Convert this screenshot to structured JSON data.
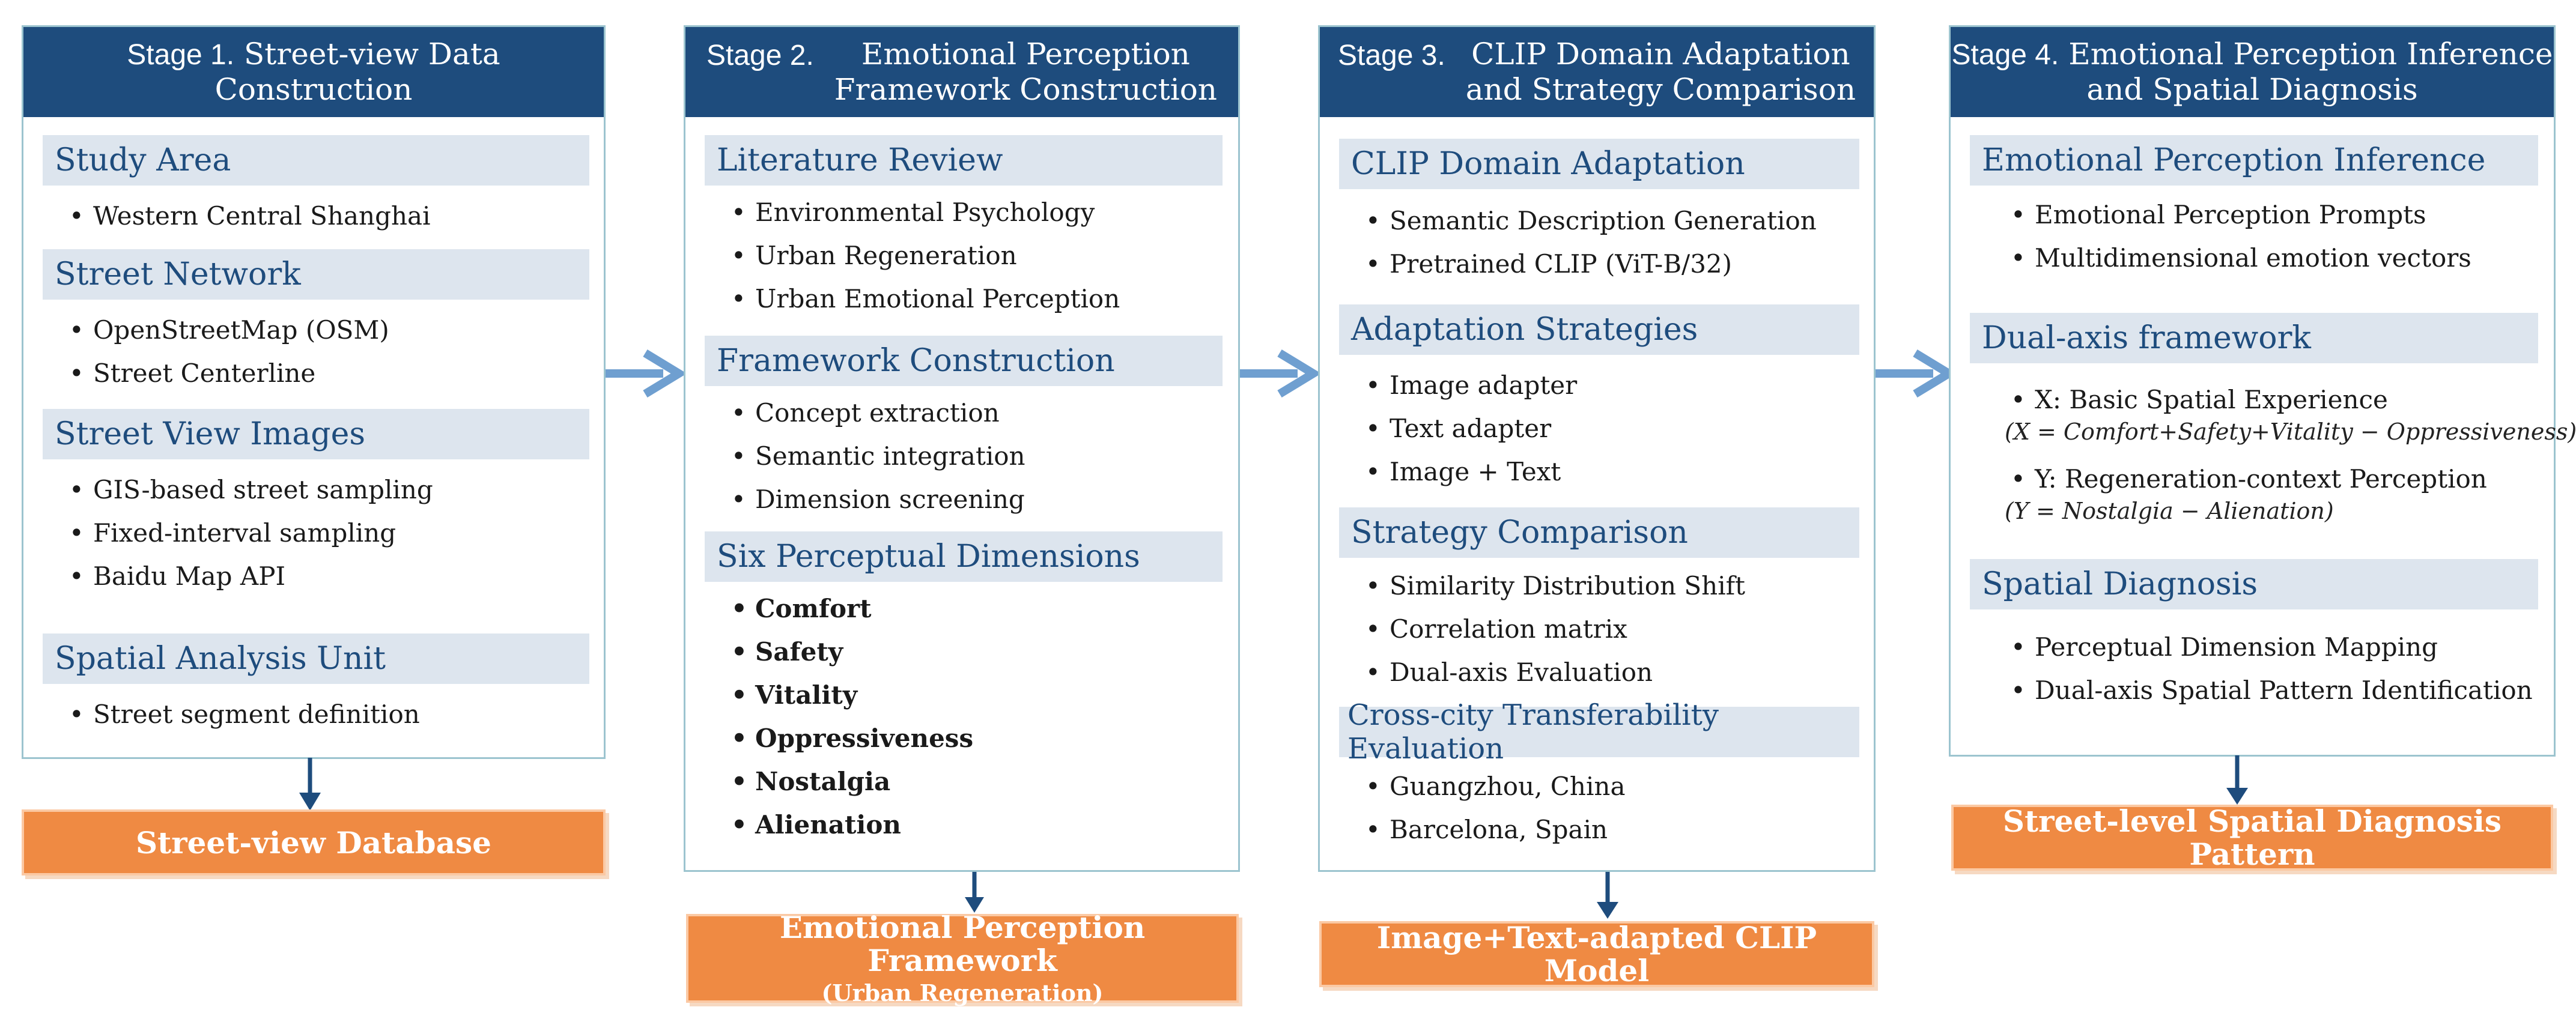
{
  "stage1": {
    "prefix": "Stage 1.",
    "title": "Street-view Data Construction",
    "sections": [
      {
        "title": "Study Area",
        "items": [
          "Western Central Shanghai"
        ]
      },
      {
        "title": "Street Network",
        "items": [
          "OpenStreetMap (OSM)",
          "Street Centerline"
        ]
      },
      {
        "title": "Street View Images",
        "items": [
          "GIS-based street sampling",
          "Fixed-interval sampling",
          "Baidu Map API"
        ]
      },
      {
        "title": "Spatial Analysis Unit",
        "items": [
          "Street segment definition"
        ]
      }
    ],
    "output": "Street-view Database"
  },
  "stage2": {
    "prefix": "Stage 2.",
    "title_line1": "Emotional Perception",
    "title_line2": "Framework Construction",
    "sections": [
      {
        "title": "Literature Review",
        "items": [
          "Environmental Psychology",
          "Urban Regeneration",
          "Urban Emotional Perception"
        ]
      },
      {
        "title": "Framework Construction",
        "items": [
          "Concept extraction",
          "Semantic integration",
          "Dimension screening"
        ]
      },
      {
        "title": "Six Perceptual Dimensions",
        "items": [
          "Comfort",
          "Safety",
          "Vitality",
          "Oppressiveness",
          "Nostalgia",
          "Alienation"
        ]
      }
    ],
    "output": "Emotional Perception Framework",
    "output_sub": "(Urban Regeneration)"
  },
  "stage3": {
    "prefix": "Stage 3.",
    "title_line1": "CLIP Domain Adaptation",
    "title_line2": "and Strategy Comparison",
    "sections": [
      {
        "title": "CLIP Domain Adaptation",
        "items": [
          "Semantic Description Generation",
          "Pretrained CLIP (ViT-B/32)"
        ]
      },
      {
        "title": "Adaptation Strategies",
        "items": [
          "Image adapter",
          "Text adapter",
          "Image + Text"
        ]
      },
      {
        "title": "Strategy Comparison",
        "items": [
          "Similarity Distribution Shift",
          "Correlation matrix",
          "Dual-axis Evaluation"
        ]
      },
      {
        "title": "Cross-city Transferability Evaluation",
        "items": [
          "Guangzhou, China",
          "Barcelona, Spain"
        ]
      }
    ],
    "output": "Image+Text-adapted CLIP Model"
  },
  "stage4": {
    "prefix": "Stage 4.",
    "title_line1": "Emotional Perception Inference",
    "title_line2": "and Spatial Diagnosis",
    "sections": [
      {
        "title": "Emotional Perception Inference",
        "items": [
          "Emotional Perception Prompts",
          "Multidimensional emotion vectors"
        ]
      },
      {
        "title": "Dual-axis framework",
        "items": [
          "X: Basic Spatial Experience",
          "Y: Regeneration-context Perception"
        ],
        "formulas": [
          "(X = Comfort+Safety+Vitality − Oppressiveness)",
          "(Y = Nostalgia − Alienation)"
        ]
      },
      {
        "title": "Spatial Diagnosis",
        "items": [
          "Perceptual Dimension Mapping",
          "Dual-axis Spatial Pattern Identification"
        ]
      }
    ],
    "output": "Street-level Spatial Diagnosis Pattern"
  },
  "bullet": "•",
  "colors": {
    "header": "#1e4c7d",
    "section_bg": "#dde5ee",
    "border": "#9cc4cf",
    "output": "#ef8a43",
    "arrow": "#6f9fd0"
  }
}
